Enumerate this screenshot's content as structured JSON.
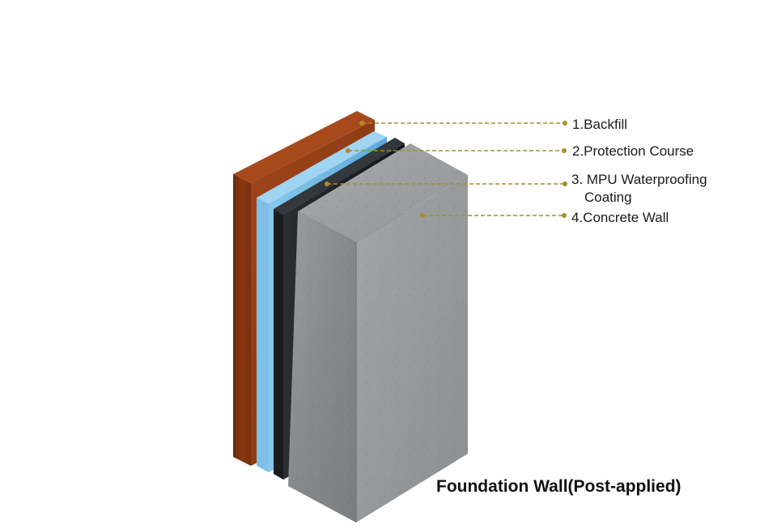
{
  "layers": [
    {
      "id": 1,
      "label": "1.Backfill",
      "color": "#8a3a10"
    },
    {
      "id": 2,
      "label": "2.Protection Course",
      "color": "#6fb8e4"
    },
    {
      "id": 3,
      "label": "3. MPU Waterproofing",
      "label_line2": "Coating",
      "color": "#1c1f22"
    },
    {
      "id": 4,
      "label": "4.Concrete Wall",
      "color": "#8c8f91"
    }
  ],
  "leader_color": "#b08a2a",
  "caption": "Foundation Wall(Post-applied)"
}
